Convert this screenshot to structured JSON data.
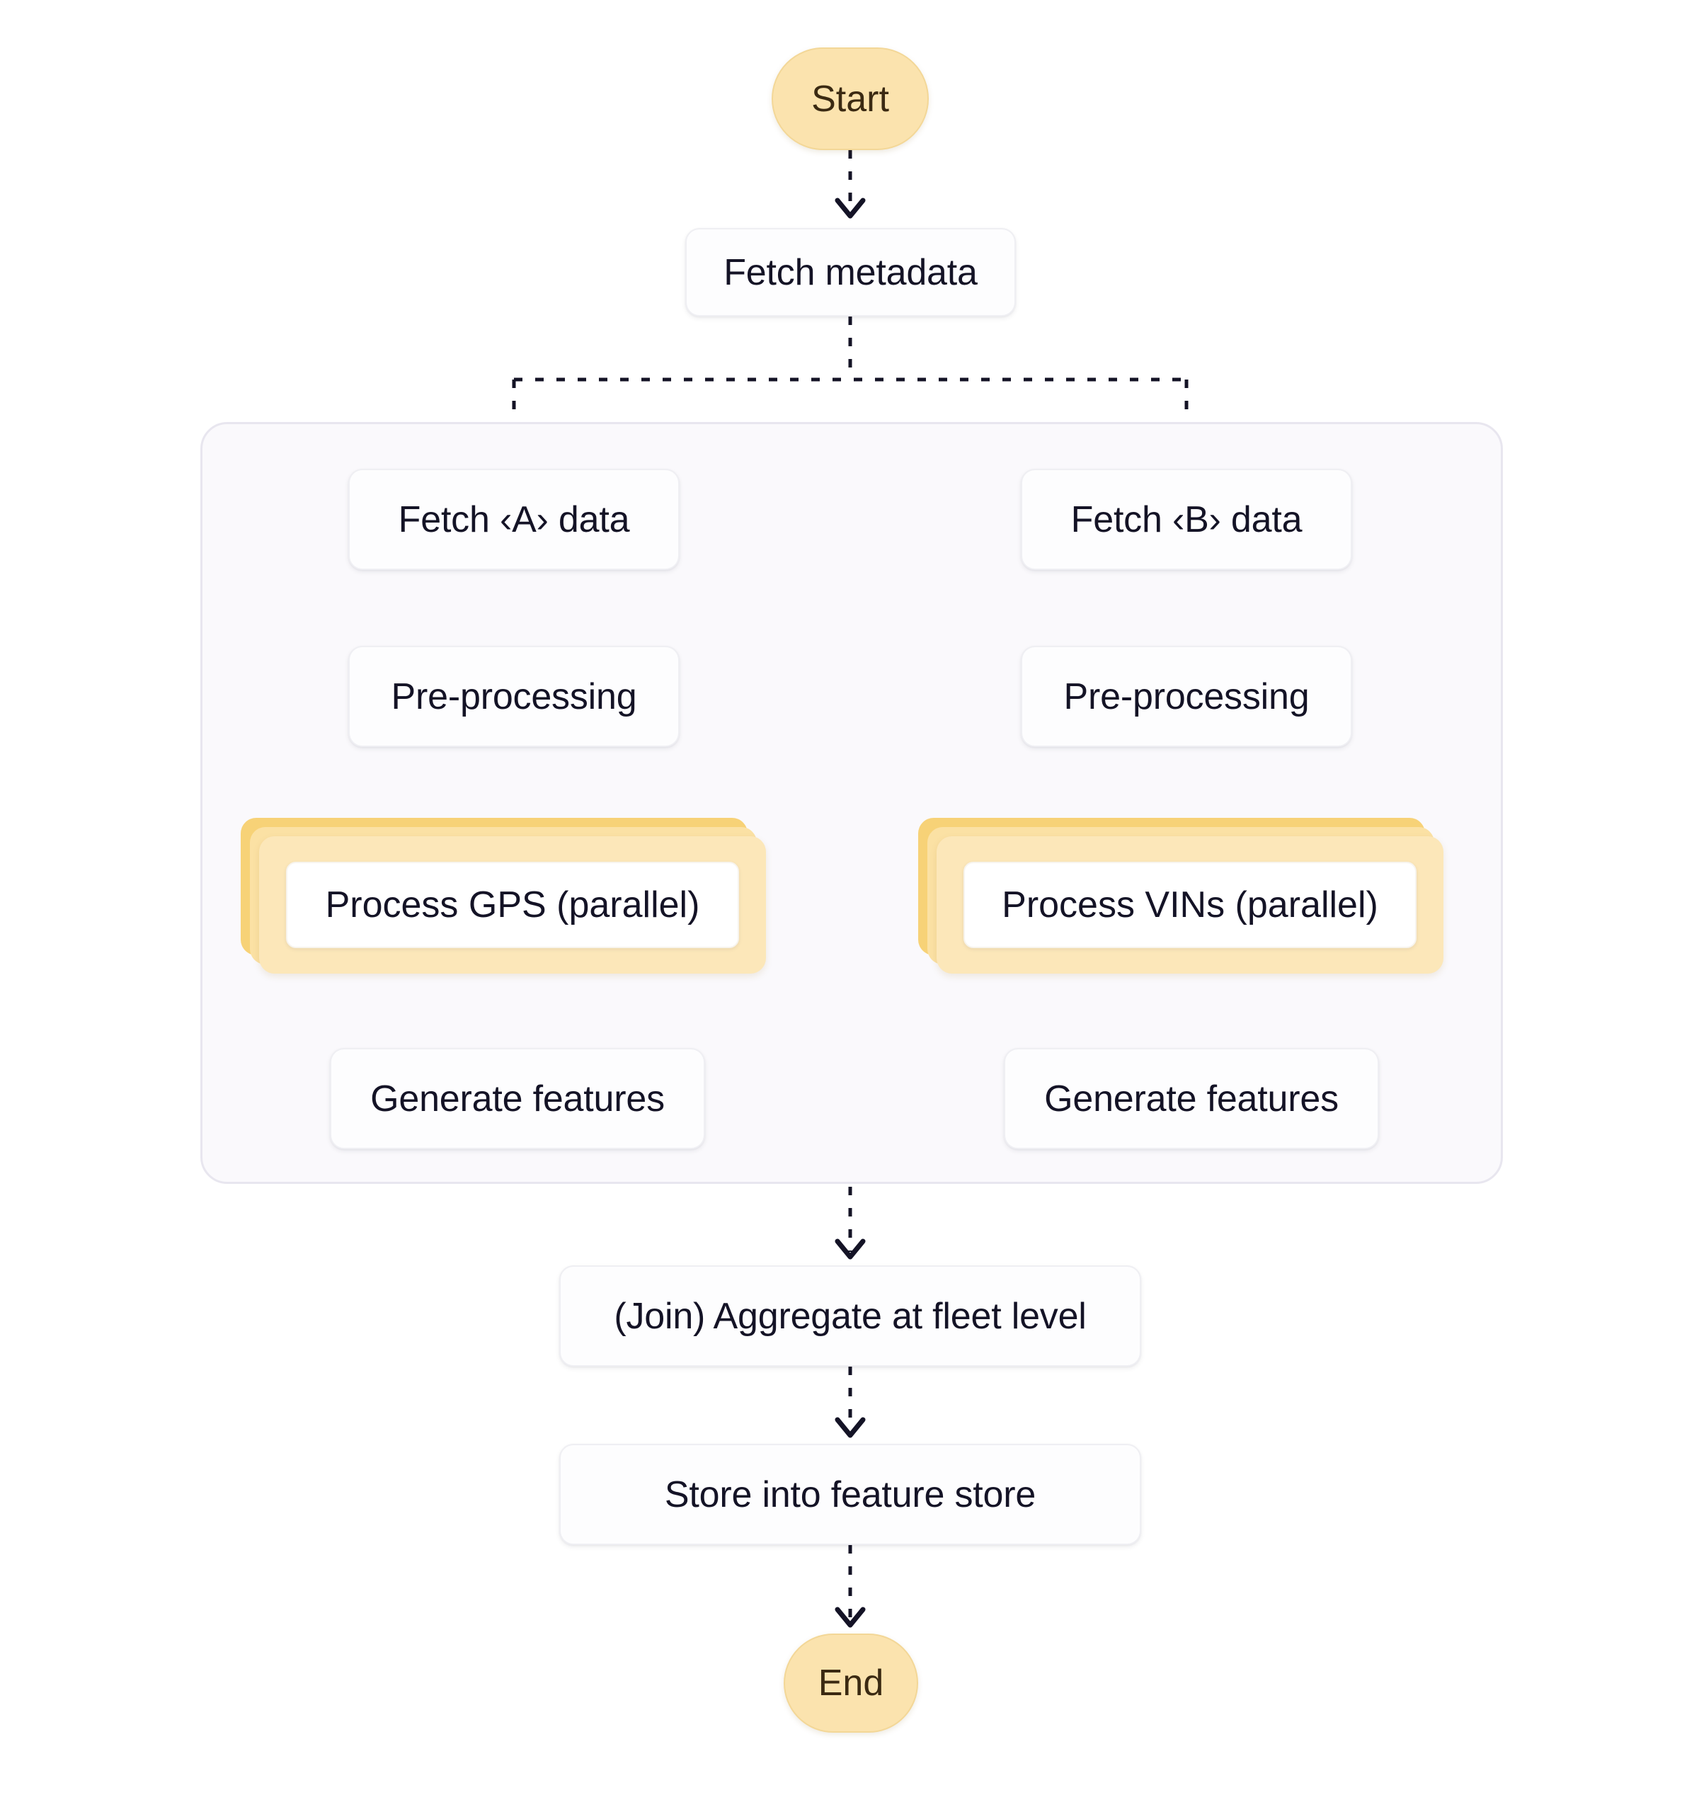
{
  "diagram": {
    "title": "Fleet feature-engineering pipeline flowchart",
    "background_color": "#ffffff",
    "edge_style": "dashed",
    "edge_color": "#141326",
    "accent_color": "#FBE3AE",
    "accent_dark_color": "#F7D277",
    "group_panel_fill": "#FAF9FC",
    "group_panel_border": "#E8E6EF",
    "node_text_color": "#141326",
    "terminal_text_color": "#3B2A12"
  },
  "nodes": {
    "start": {
      "label": "Start",
      "type": "terminal"
    },
    "fetch_metadata": {
      "label": "Fetch metadata",
      "type": "process"
    },
    "fetch_a": {
      "label": "Fetch ‹A› data",
      "type": "process"
    },
    "fetch_b": {
      "label": "Fetch ‹B› data",
      "type": "process"
    },
    "preprocess_a": {
      "label": "Pre-processing",
      "type": "process"
    },
    "preprocess_b": {
      "label": "Pre-processing",
      "type": "process"
    },
    "process_gps": {
      "label": "Process GPS (parallel)",
      "type": "parallel-stack"
    },
    "process_vins": {
      "label": "Process VINs (parallel)",
      "type": "parallel-stack"
    },
    "generate_features_a": {
      "label": "Generate features",
      "type": "process"
    },
    "generate_features_b": {
      "label": "Generate features",
      "type": "process"
    },
    "join_aggregate": {
      "label": "(Join) Aggregate at fleet level",
      "type": "process"
    },
    "store_feature_store": {
      "label": "Store into feature store",
      "type": "process"
    },
    "end": {
      "label": "End",
      "type": "terminal"
    }
  },
  "edges": [
    {
      "from": "start",
      "to": "fetch_metadata"
    },
    {
      "from": "fetch_metadata",
      "to": "fetch_a"
    },
    {
      "from": "fetch_metadata",
      "to": "fetch_b"
    },
    {
      "from": "fetch_a",
      "to": "preprocess_a"
    },
    {
      "from": "fetch_b",
      "to": "preprocess_b"
    },
    {
      "from": "preprocess_a",
      "to": "process_gps"
    },
    {
      "from": "preprocess_b",
      "to": "process_vins"
    },
    {
      "from": "process_gps",
      "to": "generate_features_a"
    },
    {
      "from": "process_vins",
      "to": "generate_features_b"
    },
    {
      "from": "generate_features_a",
      "to": "join_aggregate"
    },
    {
      "from": "generate_features_b",
      "to": "join_aggregate"
    },
    {
      "from": "join_aggregate",
      "to": "store_feature_store"
    },
    {
      "from": "store_feature_store",
      "to": "end"
    }
  ]
}
